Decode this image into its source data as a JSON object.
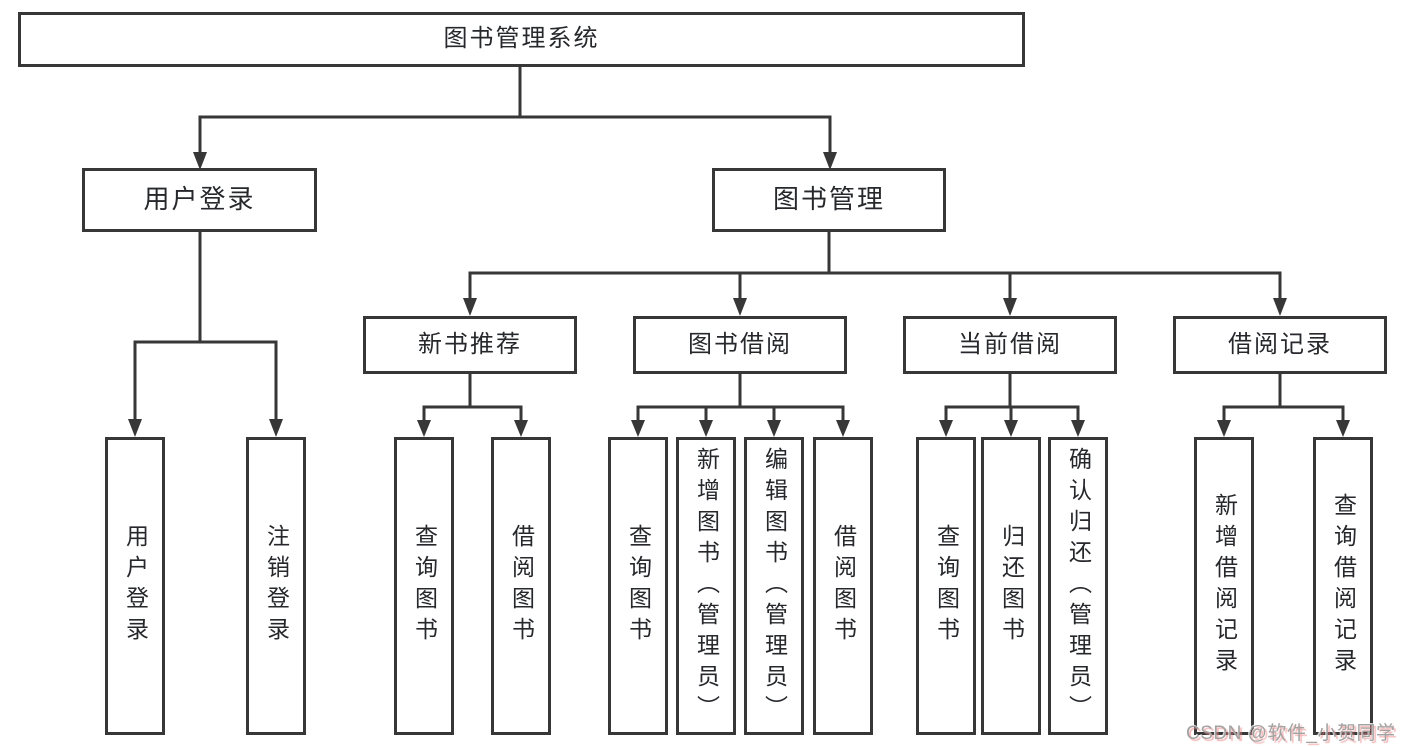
{
  "diagram": {
    "tree": {
      "root": {
        "label": "图书管理系统",
        "children": [
          {
            "label": "用户登录",
            "children": [
              {
                "label": "用户登录"
              },
              {
                "label": "注销登录"
              }
            ]
          },
          {
            "label": "图书管理",
            "children": [
              {
                "label": "新书推荐",
                "children": [
                  {
                    "label": "查询图书"
                  },
                  {
                    "label": "借阅图书"
                  }
                ]
              },
              {
                "label": "图书借阅",
                "children": [
                  {
                    "label": "查询图书"
                  },
                  {
                    "label": "新增图书（管理员）"
                  },
                  {
                    "label": "编辑图书（管理员）"
                  },
                  {
                    "label": "借阅图书"
                  }
                ]
              },
              {
                "label": "当前借阅",
                "children": [
                  {
                    "label": "查询图书"
                  },
                  {
                    "label": "归还图书"
                  },
                  {
                    "label": "确认归还（管理员）"
                  }
                ]
              },
              {
                "label": "借阅记录",
                "children": [
                  {
                    "label": "新增借阅记录"
                  },
                  {
                    "label": "查询借阅记录"
                  }
                ]
              }
            ]
          }
        ]
      }
    },
    "colors": {
      "line": "#373737",
      "box_border": "#373737",
      "text": "#26282c",
      "background": "#ffffff",
      "watermark_text": "#a2a2a2",
      "watermark_shadow": "#eb8282"
    }
  },
  "watermark": {
    "text": "CSDN @软件_小贺同学"
  }
}
